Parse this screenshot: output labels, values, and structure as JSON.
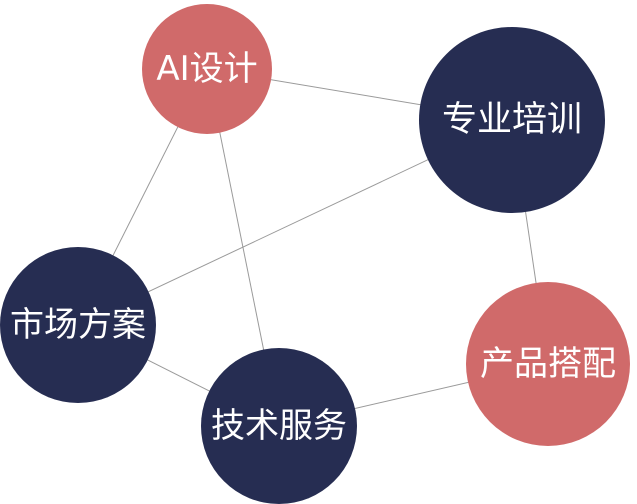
{
  "colors": {
    "navy": "#262d52",
    "coral": "#d06a6a",
    "edge": "#9a9a9a",
    "background": "#ffffff",
    "label": "#ffffff"
  },
  "nodes": [
    {
      "id": "ai-design",
      "label": "AI设计",
      "color": "coral"
    },
    {
      "id": "professional-training",
      "label": "专业培训",
      "color": "navy"
    },
    {
      "id": "market-solution",
      "label": "市场方案",
      "color": "navy"
    },
    {
      "id": "technical-service",
      "label": "技术服务",
      "color": "navy"
    },
    {
      "id": "product-matching",
      "label": "产品搭配",
      "color": "coral"
    }
  ],
  "edges": [
    [
      "ai-design",
      "professional-training"
    ],
    [
      "ai-design",
      "market-solution"
    ],
    [
      "ai-design",
      "technical-service"
    ],
    [
      "professional-training",
      "market-solution"
    ],
    [
      "professional-training",
      "product-matching"
    ],
    [
      "market-solution",
      "technical-service"
    ],
    [
      "technical-service",
      "product-matching"
    ]
  ]
}
